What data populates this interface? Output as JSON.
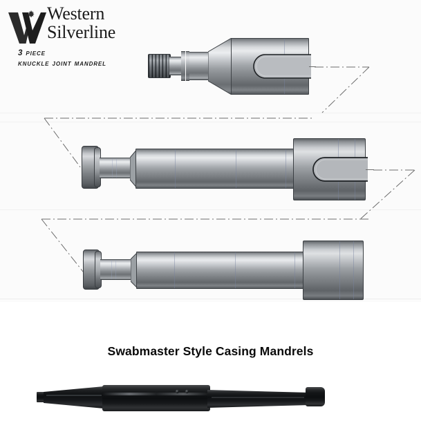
{
  "page": {
    "background_color": "#ffffff",
    "drawing_panel_background": "#fbfbfb"
  },
  "brand": {
    "line1": "Western",
    "line2": "Silverline",
    "logo_icon": "maple-leaf-w-logo",
    "logo_color": "#2b2b2b"
  },
  "drawing": {
    "subtitle_line1": "3 Piece",
    "subtitle_line2": "Knuckle Joint Mandrel",
    "parts": [
      {
        "id": "part-1",
        "name": "Threaded Knuckle Joint Box End",
        "features": [
          "threaded-pin",
          "wrench-flats",
          "taper-shoulder",
          "slotted-clevis-box"
        ]
      },
      {
        "id": "part-2",
        "name": "Mandrel Body With Flange And Slotted Box",
        "features": [
          "collar-flange",
          "reduced-neck",
          "cylindrical-body",
          "slotted-clevis-box"
        ]
      },
      {
        "id": "part-3",
        "name": "Mandrel Body With Flange And Plain Box",
        "features": [
          "collar-flange",
          "reduced-neck",
          "cylindrical-body",
          "plain-box"
        ]
      }
    ],
    "leader_line_style": "dash-dot"
  },
  "section": {
    "title": "Swabmaster Style Casing Mandrels"
  },
  "photo": {
    "caption_alt": "Swabmaster style casing mandrel photograph",
    "finish_color": "#121416",
    "features": [
      "square-drive-nut",
      "tapered-shank",
      "thick-body",
      "two-side-ports",
      "bell-collar-end"
    ]
  }
}
